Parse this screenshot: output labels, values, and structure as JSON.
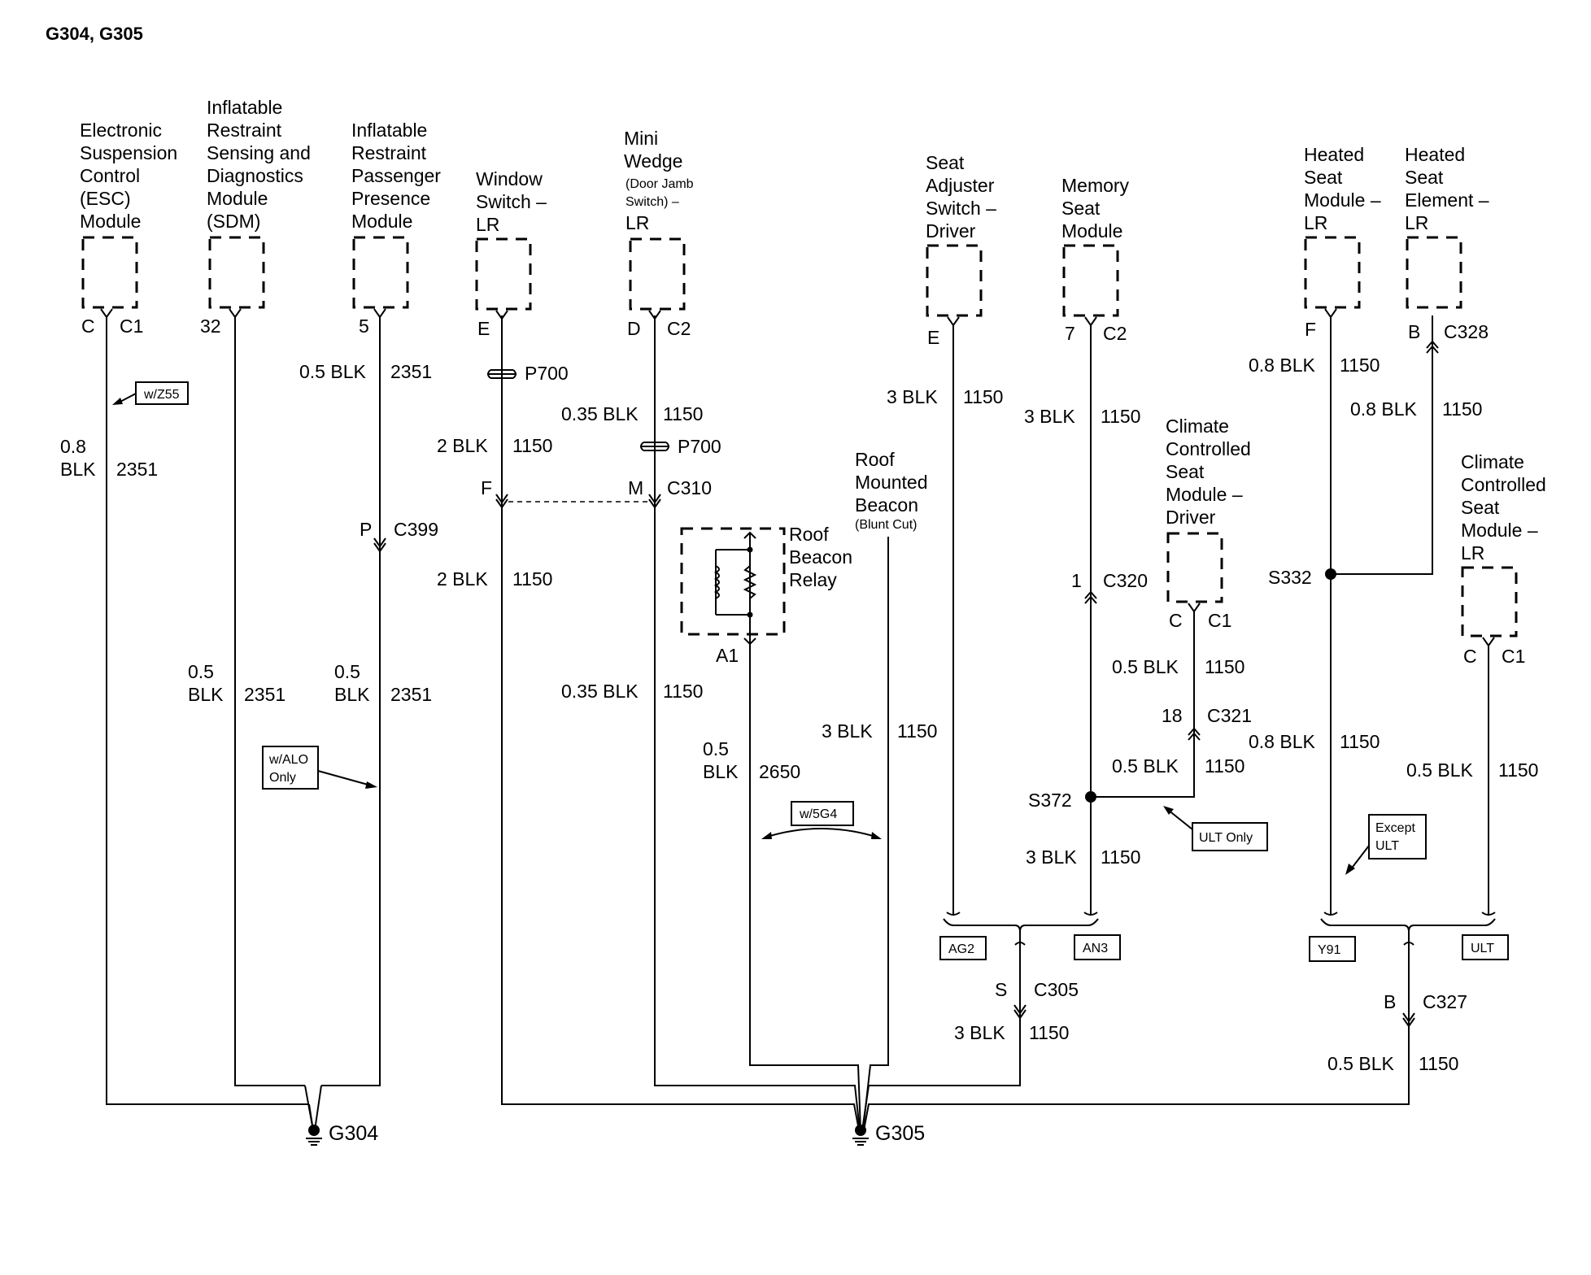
{
  "title": "G304, G305",
  "components": {
    "esc": [
      "Electronic",
      "Suspension",
      "Control",
      "(ESC)",
      "Module"
    ],
    "sdm": [
      "Inflatable",
      "Restraint",
      "Sensing and",
      "Diagnostics",
      "Module",
      "(SDM)"
    ],
    "ppm": [
      "Inflatable",
      "Restraint",
      "Passenger",
      "Presence",
      "Module"
    ],
    "window_switch": [
      "Window",
      "Switch –",
      "LR"
    ],
    "mini_wedge": [
      "Mini",
      "Wedge"
    ],
    "mini_wedge_small": [
      "(Door Jamb",
      "Switch) –"
    ],
    "mini_wedge_lr": "LR",
    "roof_beacon": [
      "Roof",
      "Mounted",
      "Beacon"
    ],
    "roof_beacon_small": "(Blunt Cut)",
    "roof_relay": [
      "Roof",
      "Beacon",
      "Relay"
    ],
    "seat_adjuster": [
      "Seat",
      "Adjuster",
      "Switch –",
      "Driver"
    ],
    "memory_seat": [
      "Memory",
      "Seat",
      "Module"
    ],
    "ccs_driver": [
      "Climate",
      "Controlled",
      "Seat",
      "Module –",
      "Driver"
    ],
    "heated_module": [
      "Heated",
      "Seat",
      "Module –",
      "LR"
    ],
    "heated_element": [
      "Heated",
      "Seat",
      "Element –",
      "LR"
    ],
    "ccs_lr": [
      "Climate",
      "Controlled",
      "Seat",
      "Module –",
      "LR"
    ]
  },
  "pins": {
    "esc_pin": "C",
    "esc_conn": "C1",
    "sdm_pin": "32",
    "ppm_pin": "5",
    "win_pin": "E",
    "mw_pin": "D",
    "mw_conn": "C2",
    "sa_pin": "E",
    "ms_pin": "7",
    "ms_conn": "C2",
    "ccsd_pin": "C",
    "ccsd_conn": "C1",
    "hm_pin": "F",
    "he_pin": "B",
    "he_conn": "C328",
    "ccslr_pin": "C",
    "ccslr_conn": "C1",
    "relay_pin": "A1"
  },
  "connectors": {
    "p700": "P700",
    "c310_pin_f": "F",
    "c310_pin_m": "M",
    "c310": "C310",
    "c399_pin": "P",
    "c399": "C399",
    "c320_pin": "1",
    "c320": "C320",
    "c321_pin": "18",
    "c321": "C321",
    "c305_pin": "S",
    "c305": "C305",
    "c327_pin": "B",
    "c327": "C327"
  },
  "splices": {
    "s372": "S372",
    "s332": "S332"
  },
  "grounds": {
    "g304": "G304",
    "g305": "G305"
  },
  "wires": {
    "esc_size": "0.8",
    "esc_color": "BLK",
    "esc_circuit": "2351",
    "sdm_size": "0.5",
    "sdm_color": "BLK",
    "sdm_circuit": "2351",
    "ppm_top": "0.5 BLK",
    "ppm_top_circuit": "2351",
    "ppm_size": "0.5",
    "ppm_color": "BLK",
    "ppm_circuit": "2351",
    "win_top": "2 BLK",
    "win_top_circuit": "1150",
    "win_bottom": "2 BLK",
    "win_bottom_circuit": "1150",
    "mw_top": "0.35 BLK",
    "mw_top_circuit": "1150",
    "mw_bottom": "0.35 BLK",
    "mw_bottom_circuit": "1150",
    "relay_size": "0.5",
    "relay_color": "BLK",
    "relay_circuit": "2650",
    "beacon": "3 BLK",
    "beacon_circuit": "1150",
    "sa": "3 BLK",
    "sa_circuit": "1150",
    "ms": "3 BLK",
    "ms_circuit": "1150",
    "ccsd_1": "0.5 BLK",
    "ccsd_1_circuit": "1150",
    "ccsd_2": "0.5 BLK",
    "ccsd_2_circuit": "1150",
    "s372_down": "3 BLK",
    "s372_down_circuit": "1150",
    "c305_down": "3 BLK",
    "c305_down_circuit": "1150",
    "hm": "0.8 BLK",
    "hm_circuit": "1150",
    "he": "0.8 BLK",
    "he_circuit": "1150",
    "s332_down": "0.8 BLK",
    "s332_down_circuit": "1150",
    "ccslr": "0.5 BLK",
    "ccslr_circuit": "1150",
    "c327_down": "0.5 BLK",
    "c327_down_circuit": "1150"
  },
  "option_tags": {
    "z55": "w/Z55",
    "alo_1": "w/ALO",
    "alo_2": "Only",
    "g4": "w/5G4",
    "ult_only": "ULT Only",
    "except_1": "Except",
    "except_2": "ULT",
    "ag2": "AG2",
    "an3": "AN3",
    "y91": "Y91",
    "ult": "ULT"
  }
}
